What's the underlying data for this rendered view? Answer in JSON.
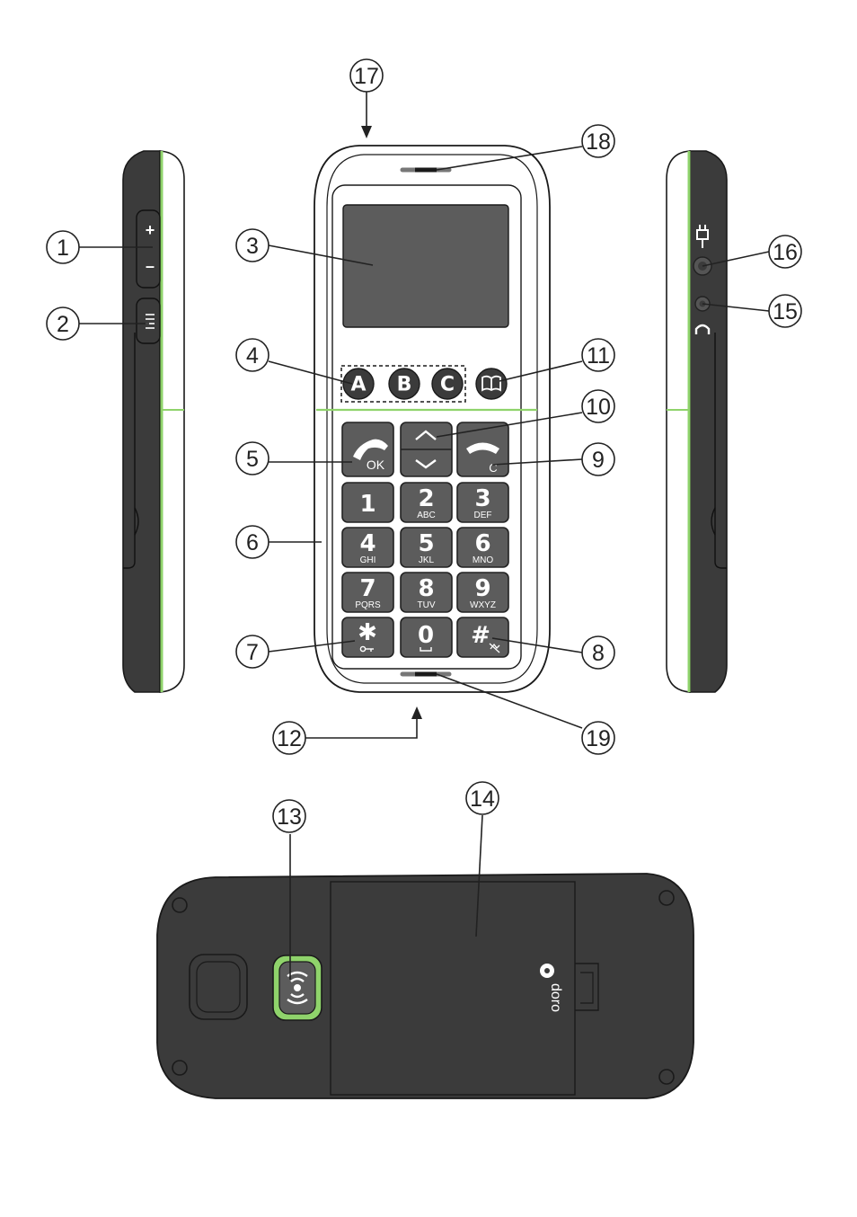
{
  "keypad": {
    "ok_label": "OK",
    "c_label": "C",
    "keys": [
      {
        "digit": "1",
        "letters": ""
      },
      {
        "digit": "2",
        "letters": "ABC"
      },
      {
        "digit": "3",
        "letters": "DEF"
      },
      {
        "digit": "4",
        "letters": "GHI"
      },
      {
        "digit": "5",
        "letters": "JKL"
      },
      {
        "digit": "6",
        "letters": "MNO"
      },
      {
        "digit": "7",
        "letters": "PQRS"
      },
      {
        "digit": "8",
        "letters": "TUV"
      },
      {
        "digit": "9",
        "letters": "WXYZ"
      },
      {
        "digit": "0",
        "letters": "␣"
      }
    ],
    "star": "✱",
    "hash": "#"
  },
  "memory_keys": [
    "A",
    "B",
    "C"
  ],
  "volume": {
    "plus": "+",
    "minus": "–"
  },
  "brand": "doro",
  "callouts": [
    "1",
    "2",
    "3",
    "4",
    "5",
    "6",
    "7",
    "8",
    "9",
    "10",
    "11",
    "12",
    "13",
    "14",
    "15",
    "16",
    "17",
    "18",
    "19"
  ],
  "colors": {
    "accent_green": "#8fd36b",
    "body": "#3b3b3b",
    "key": "#5c5c5c"
  }
}
